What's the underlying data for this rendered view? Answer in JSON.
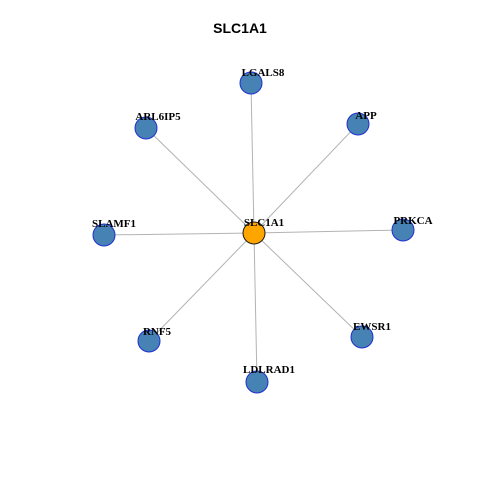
{
  "title": "SLC1A1",
  "colors": {
    "hub_fill": "#FFA500",
    "hub_stroke": "#1a1a1a",
    "leaf_fill": "#4682B4",
    "leaf_stroke": "#1f2fd0",
    "edge": "#b3b3b3"
  },
  "hub": {
    "id": "SLC1A1",
    "label": "SLC1A1"
  },
  "leaves": [
    {
      "id": "LGALS8",
      "label": "LGALS8"
    },
    {
      "id": "APP",
      "label": "APP"
    },
    {
      "id": "PRKCA",
      "label": "PRKCA"
    },
    {
      "id": "EWSR1",
      "label": "EWSR1"
    },
    {
      "id": "LDLRAD1",
      "label": "LDLRAD1"
    },
    {
      "id": "RNF5",
      "label": "RNF5"
    },
    {
      "id": "SLAMF1",
      "label": "SLAMF1"
    },
    {
      "id": "ARL6IP5",
      "label": "ARL6IP5"
    }
  ],
  "edges": [
    [
      "SLC1A1",
      "LGALS8"
    ],
    [
      "SLC1A1",
      "APP"
    ],
    [
      "SLC1A1",
      "PRKCA"
    ],
    [
      "SLC1A1",
      "EWSR1"
    ],
    [
      "SLC1A1",
      "LDLRAD1"
    ],
    [
      "SLC1A1",
      "RNF5"
    ],
    [
      "SLC1A1",
      "SLAMF1"
    ],
    [
      "SLC1A1",
      "ARL6IP5"
    ]
  ]
}
